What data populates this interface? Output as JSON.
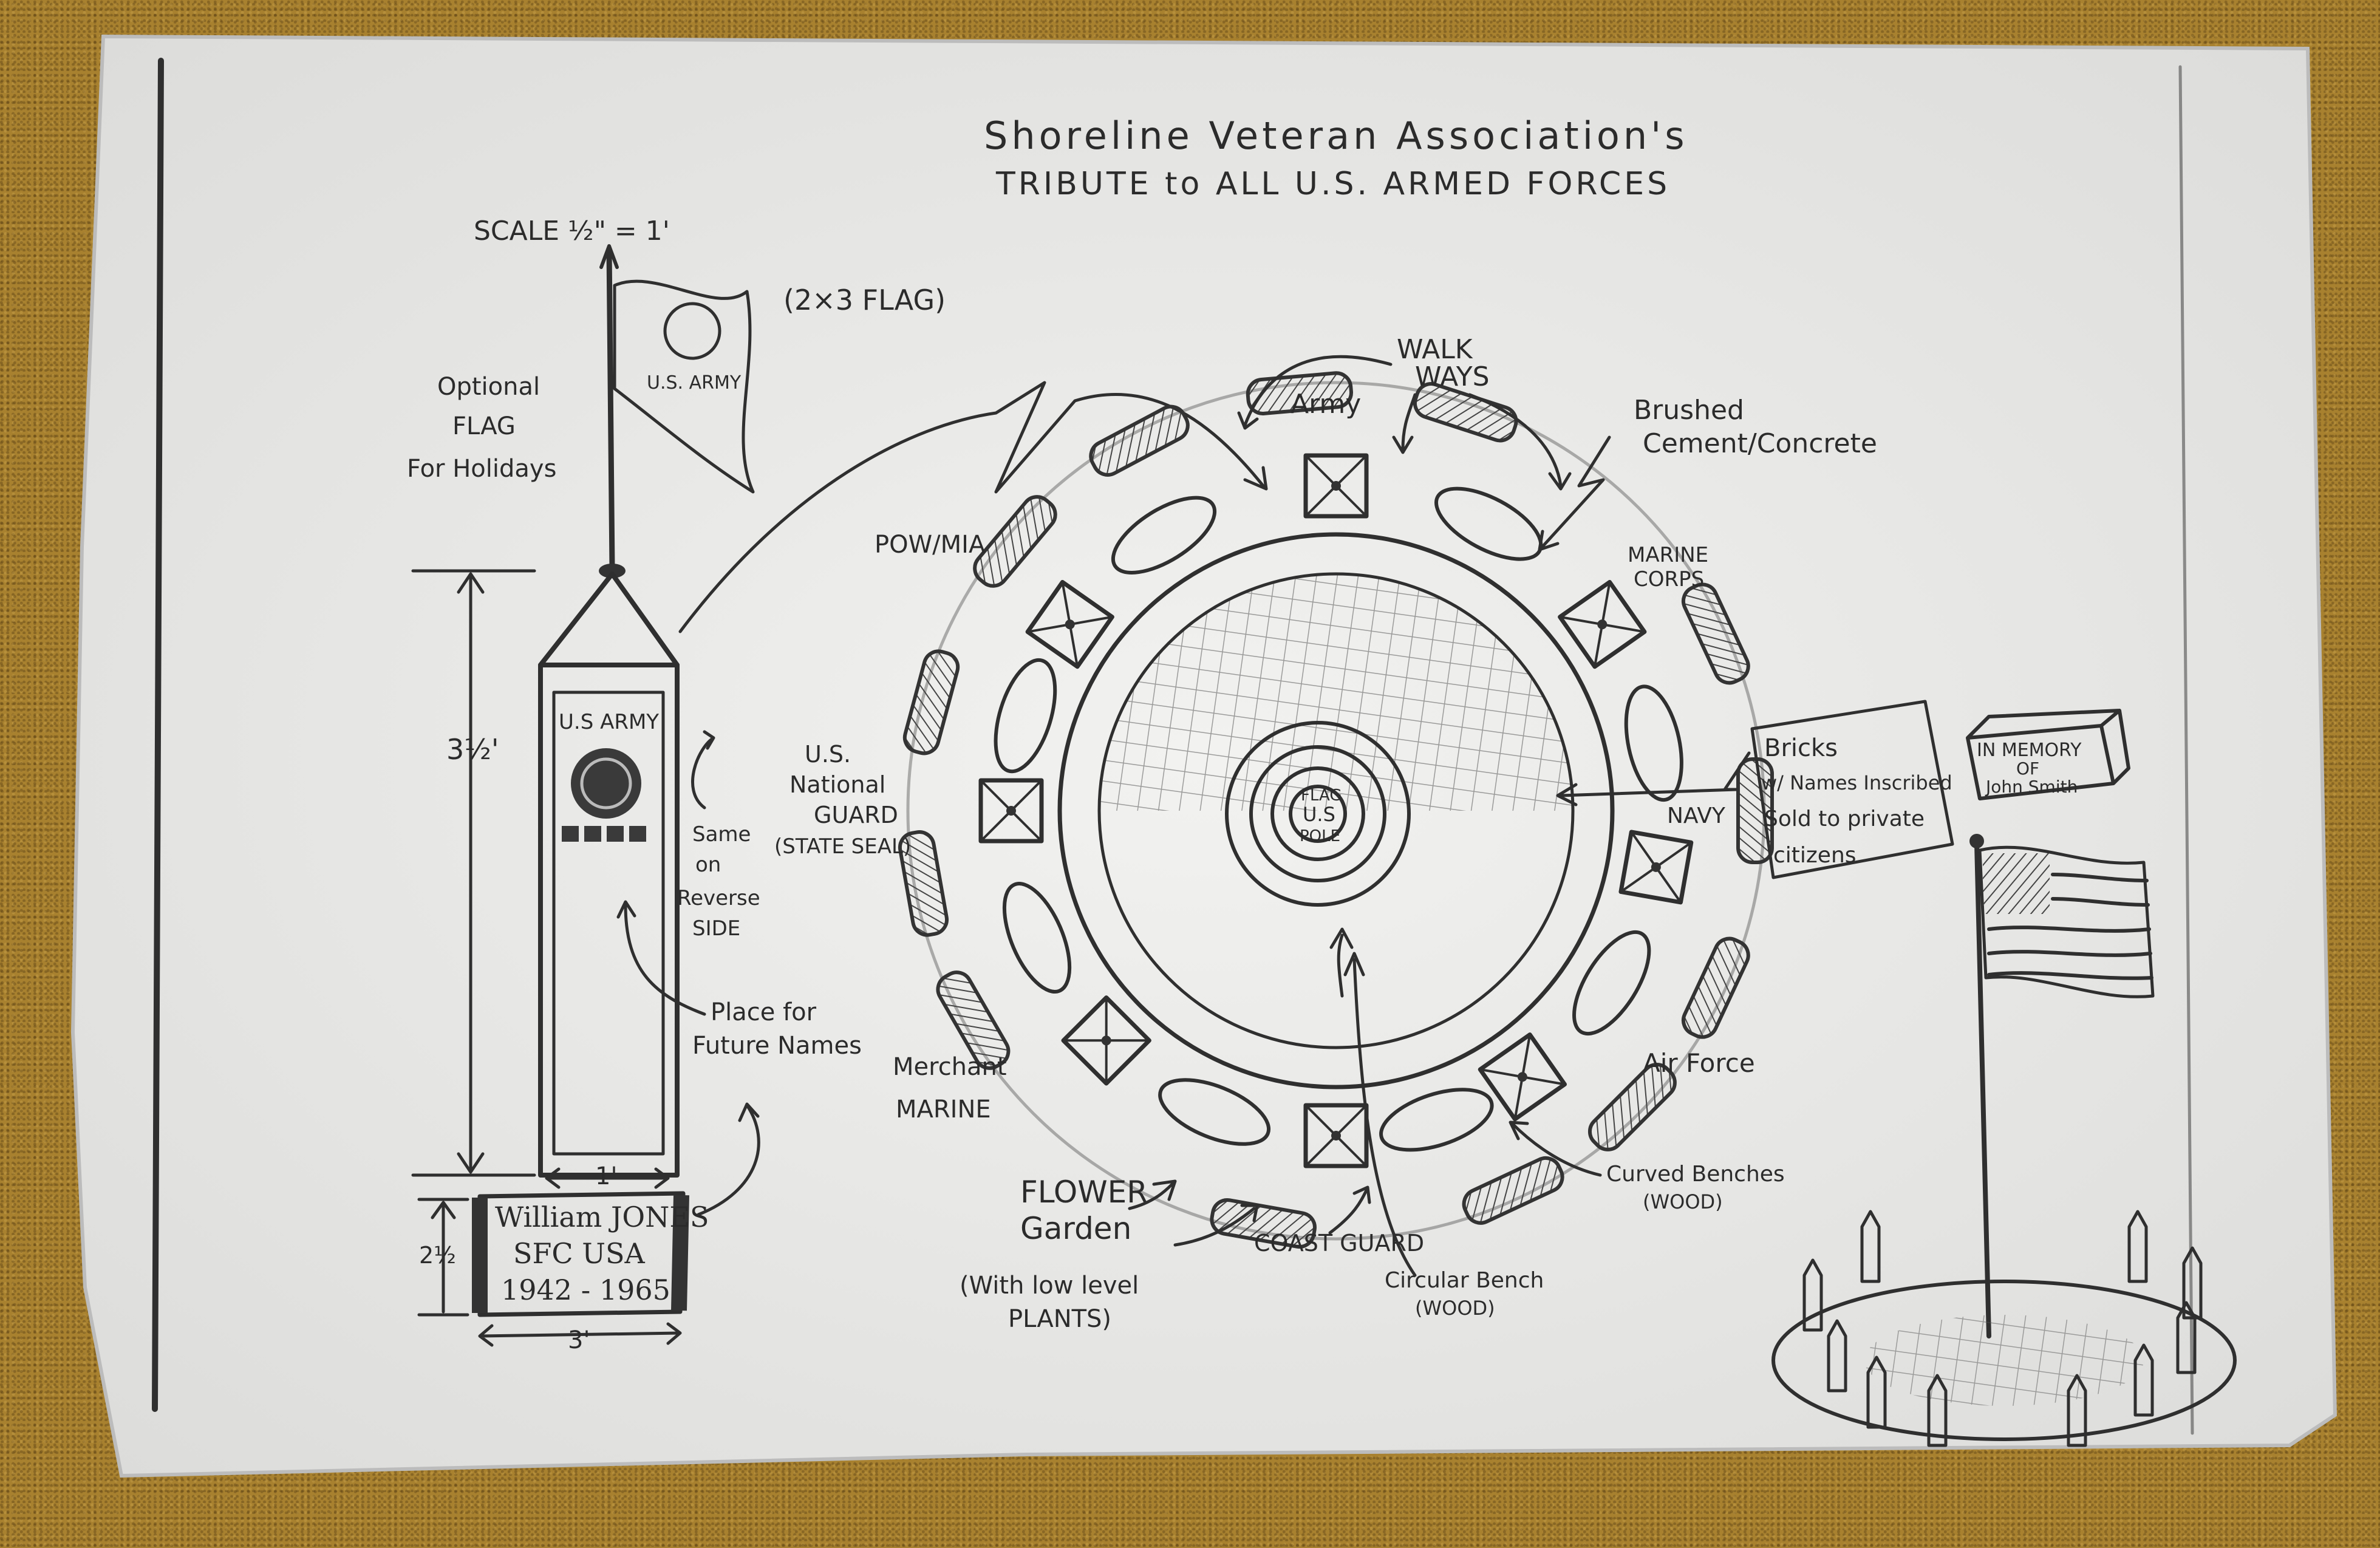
{
  "title": {
    "line1": "Shoreline Veteran Association's",
    "line2": "TRIBUTE to ALL U.S. ARMED FORCES"
  },
  "left_elevation": {
    "scale": "SCALE ½\" = 1'",
    "flag_size": "(2×3 FLAG)",
    "flag_label": "U.S. ARMY",
    "optional_flag": [
      "Optional",
      "FLAG",
      "For Holidays"
    ],
    "pillar_label": "U.S ARMY",
    "height_dim": "3½'",
    "width_dim": "1'",
    "reverse_note": [
      "Same",
      "on",
      "Reverse",
      "SIDE"
    ],
    "future_names": [
      "Place for",
      "Future Names"
    ],
    "base_height_dim": "2½",
    "base_width_dim": "3'",
    "plaque": [
      "William JONES",
      "SFC USA",
      "1942 - 1965"
    ]
  },
  "plan": {
    "center": [
      "FLAG",
      "U.S",
      "POLE"
    ],
    "labels": {
      "walkways": [
        "WALK",
        "WAYS"
      ],
      "army": "Army",
      "pow_mia": "POW/MIA",
      "brushed": [
        "Brushed",
        "Cement/Concrete"
      ],
      "marine": [
        "MARINE",
        "CORPS"
      ],
      "guard": [
        "U.S.",
        "National",
        "GUARD",
        "(STATE SEAL)"
      ],
      "navy": "NAVY",
      "bricks": [
        "Bricks",
        "w/ Names Inscribed",
        "Sold to private",
        "citizens"
      ],
      "memory": [
        "IN MEMORY",
        "OF",
        "John Smith"
      ],
      "merchant": [
        "Merchant",
        "MARINE"
      ],
      "air_force": "Air Force",
      "flower": [
        "FLOWER",
        "Garden"
      ],
      "flower_note": [
        "(With low level",
        "PLANTS)"
      ],
      "coast_guard": "COAST GUARD",
      "circular_bench": [
        "Circular Bench",
        "(WOOD)"
      ],
      "curved_benches": [
        "Curved Benches",
        "(WOOD)"
      ]
    }
  }
}
